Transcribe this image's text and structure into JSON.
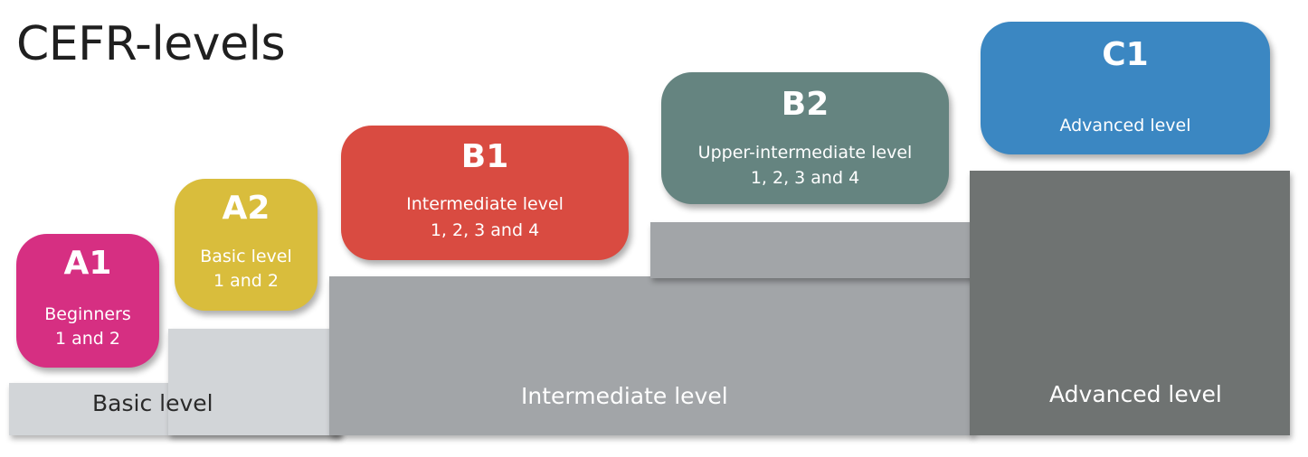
{
  "title": "CEFR-levels",
  "bands": {
    "basic": "Basic level",
    "intermediate": "Intermediate level",
    "advanced": "Advanced level"
  },
  "levels": [
    {
      "code": "A1",
      "desc1": "Beginners",
      "desc2": "1 and 2",
      "color": "#d62f82"
    },
    {
      "code": "A2",
      "desc1": "Basic level",
      "desc2": "1 and 2",
      "color": "#d9bd3c"
    },
    {
      "code": "B1",
      "desc1": "Intermediate level",
      "desc2": "1, 2, 3 and 4",
      "color": "#d94b41"
    },
    {
      "code": "B2",
      "desc1": "Upper-intermediate level",
      "desc2": "1, 2, 3 and 4",
      "color": "#658480"
    },
    {
      "code": "C1",
      "desc1": "Advanced level",
      "desc2": "",
      "color": "#3b87c2"
    }
  ],
  "colors": {
    "basic_step": "#d2d5d8",
    "intermediate_step": "#a2a5a8",
    "advanced_step": "#6f7372",
    "basic_text": "#2a2a2a",
    "light_text": "#ffffff"
  }
}
